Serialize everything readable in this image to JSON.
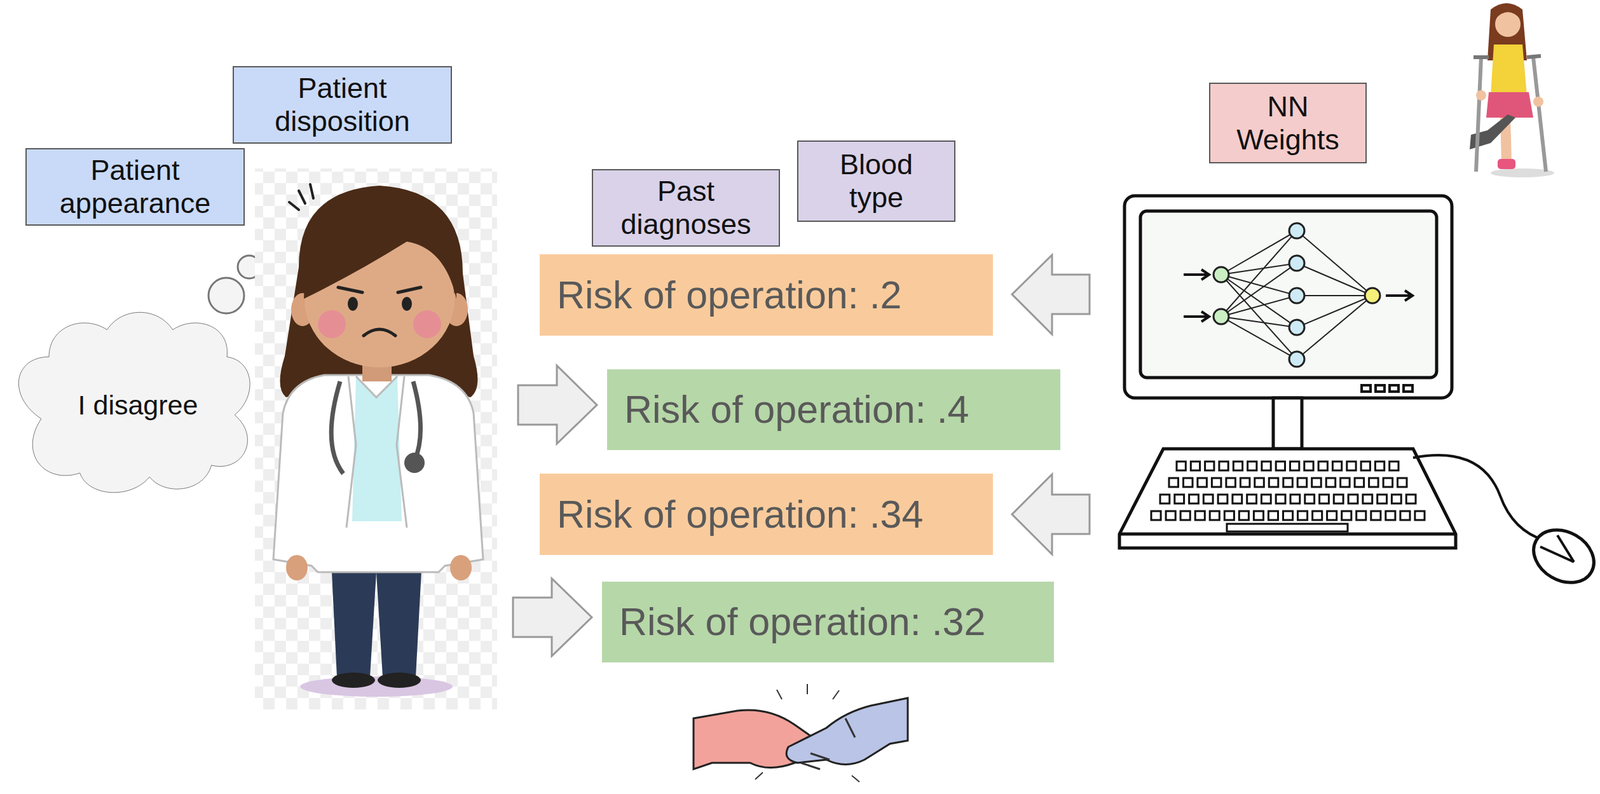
{
  "diagram": {
    "nodes": [
      {
        "text": [
          "Patient appearance"
        ]
      },
      {
        "text": [
          "Patient disposition"
        ]
      },
      {
        "text": [
          "I disagree"
        ]
      },
      {
        "text": [
          "Past diagnoses"
        ]
      },
      {
        "text": [
          "Blood type"
        ]
      },
      {
        "text": [
          "NN Weights"
        ]
      },
      {
        "text": [
          "Risk of operation: .2"
        ]
      },
      {
        "text": [
          "Risk of operation: .4"
        ]
      },
      {
        "text": [
          "Risk of operation: .34"
        ]
      },
      {
        "text": [
          "Risk of operation: .32"
        ]
      }
    ]
  }
}
